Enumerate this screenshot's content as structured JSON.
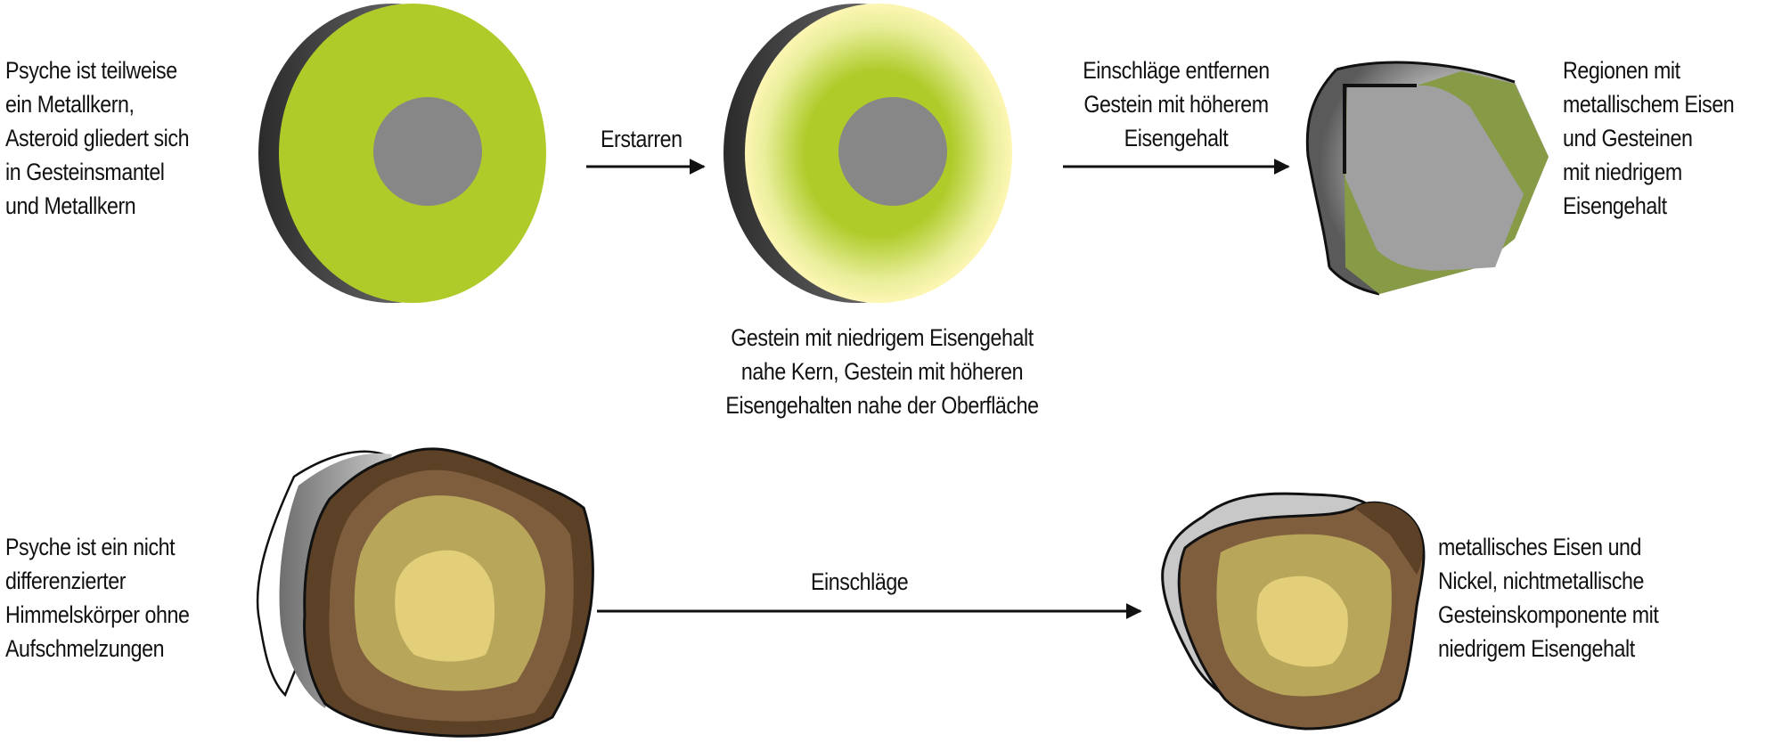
{
  "diagram": {
    "top_row": {
      "start_label": [
        "Psyche ist teilweise",
        "ein Metallkern,",
        "Asteroid gliedert sich",
        "in Gesteinsmantel",
        "und Metallkern"
      ],
      "arrow1_label": "Erstarren",
      "middle_caption": [
        "Gestein mit niedrigem Eisengehalt",
        "nahe Kern, Gestein mit höheren",
        "Eisengehalten nahe der Oberfläche"
      ],
      "arrow2_label": [
        "Einschläge entfernen",
        "Gestein mit höherem",
        "Eisengehalt"
      ],
      "end_label": [
        "Regionen mit",
        "metallischem Eisen",
        "und Gesteinen",
        "mit niedrigem",
        "Eisengehalt"
      ]
    },
    "bottom_row": {
      "start_label": [
        "Psyche ist ein nicht",
        "differenzierter",
        "Himmelskörper ohne",
        "Aufschmelzungen"
      ],
      "arrow_label": "Einschläge",
      "end_label": [
        "metallisches Eisen und",
        "Nickel, nichtmetallische",
        "Gesteinskomponente mit",
        "niedrigem Eisengehalt"
      ]
    },
    "colors": {
      "mantle_green": "#afcb2a",
      "core_grey": "#878787",
      "pale_yellow": "#fbf5b0",
      "olive_green": "#879a45",
      "light_grey": "#a0a0a0",
      "dark_brown": "#5d4126",
      "mid_brown": "#7f5e3e",
      "khaki": "#b8a65a",
      "light_khaki": "#e3cf7a"
    }
  }
}
